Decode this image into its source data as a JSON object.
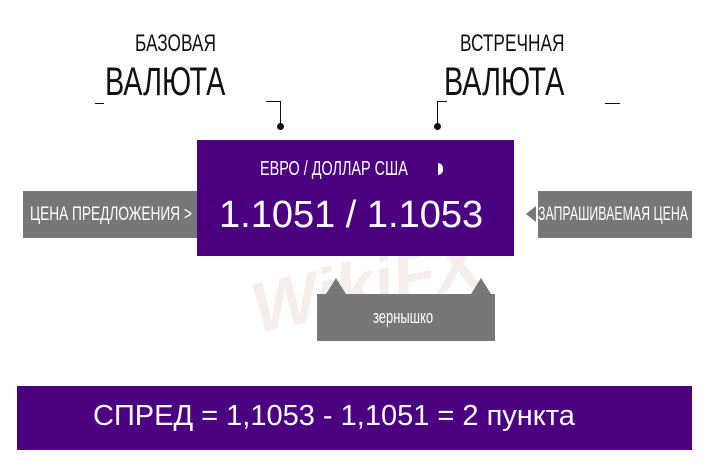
{
  "labels": {
    "base_line1": "БАЗОВАЯ",
    "base_line2": "ВАЛЮТА",
    "quote_line1": "ВСТРЕЧНАЯ",
    "quote_line2": "ВАЛЮТА"
  },
  "quote_box": {
    "pair": "ЕВРО / ДОЛЛАР США",
    "prices": "1.1051 / 1.1053"
  },
  "bid_label": "ЦЕНА ПРЕДЛОЖЕНИЯ >",
  "ask_label": "ЗАПРАШИВАЕМАЯ ЦЕНА",
  "pip_label": "зернышко",
  "spread": "СПРЕД = 1,1053 - 1,1051 = 2 пункта",
  "watermark": "WikiFX",
  "colors": {
    "purple": "#4b0082",
    "gray": "#777777"
  }
}
